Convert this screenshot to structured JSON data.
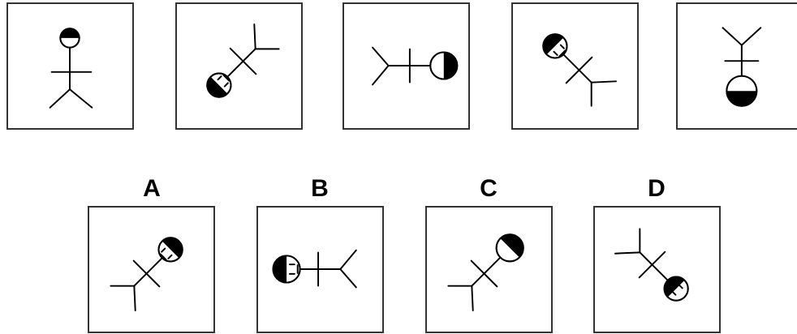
{
  "question_sequence": [
    {
      "id": "seq-1",
      "figure": "stick-figure-head-up"
    },
    {
      "id": "seq-2",
      "figure": "stick-figure-rotated"
    },
    {
      "id": "seq-3",
      "figure": "stick-figure-head-right"
    },
    {
      "id": "seq-4",
      "figure": "stick-figure-rotated"
    },
    {
      "id": "seq-5",
      "figure": "stick-figure-head-down"
    }
  ],
  "options": [
    {
      "label": "A",
      "figure": "stick-figure-rotated"
    },
    {
      "label": "B",
      "figure": "stick-figure-head-left"
    },
    {
      "label": "C",
      "figure": "stick-figure-rotated"
    },
    {
      "label": "D",
      "figure": "stick-figure-rotated"
    }
  ],
  "colors": {
    "stroke": "#000000",
    "border": "#333333",
    "background": "#ffffff"
  }
}
